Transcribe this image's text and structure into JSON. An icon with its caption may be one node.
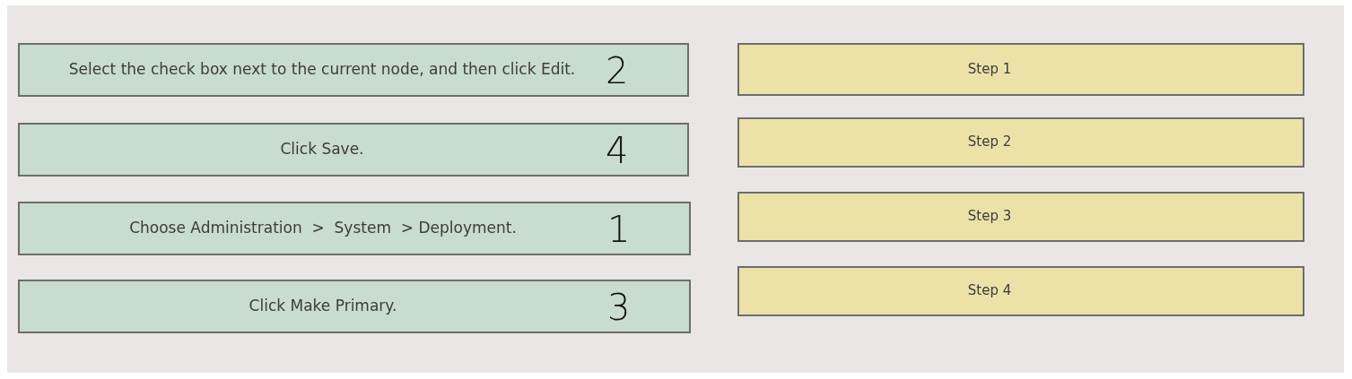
{
  "diagram": {
    "nodes": [
      {
        "text": [
          "Select the check box next to the current node, and then click Edit.",
          "2"
        ]
      },
      {
        "text": [
          "Click Save.",
          "4"
        ]
      },
      {
        "text": [
          "Choose Administration  >  System  > Deployment.",
          "1"
        ]
      },
      {
        "text": [
          "Click Make Primary.",
          "3"
        ]
      },
      {
        "text": [
          "Step 1"
        ]
      },
      {
        "text": [
          "Step 2"
        ]
      },
      {
        "text": [
          "Step 3"
        ]
      },
      {
        "text": [
          "Step 4"
        ]
      }
    ]
  }
}
